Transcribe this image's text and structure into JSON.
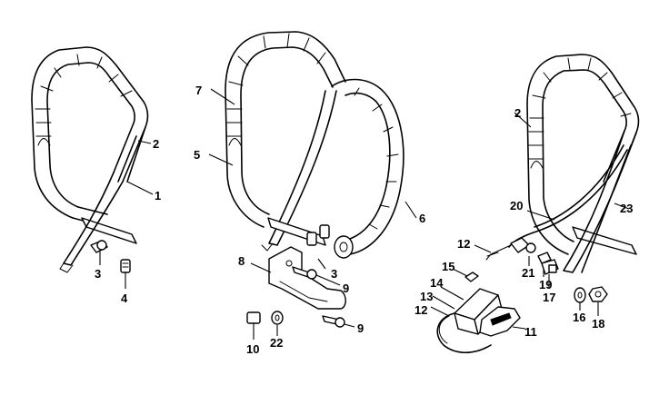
{
  "callouts": {
    "c1": "1",
    "c2a": "2",
    "c2b": "2",
    "c3a": "3",
    "c3b": "3",
    "c4": "4",
    "c5": "5",
    "c6": "6",
    "c7": "7",
    "c8": "8",
    "c9a": "9",
    "c9b": "9",
    "c10": "10",
    "c11": "11",
    "c12a": "12",
    "c12b": "12",
    "c13": "13",
    "c14": "14",
    "c15": "15",
    "c16": "16",
    "c17": "17",
    "c18": "18",
    "c19": "19",
    "c20": "20",
    "c21": "21",
    "c22": "22",
    "c23": "23"
  }
}
